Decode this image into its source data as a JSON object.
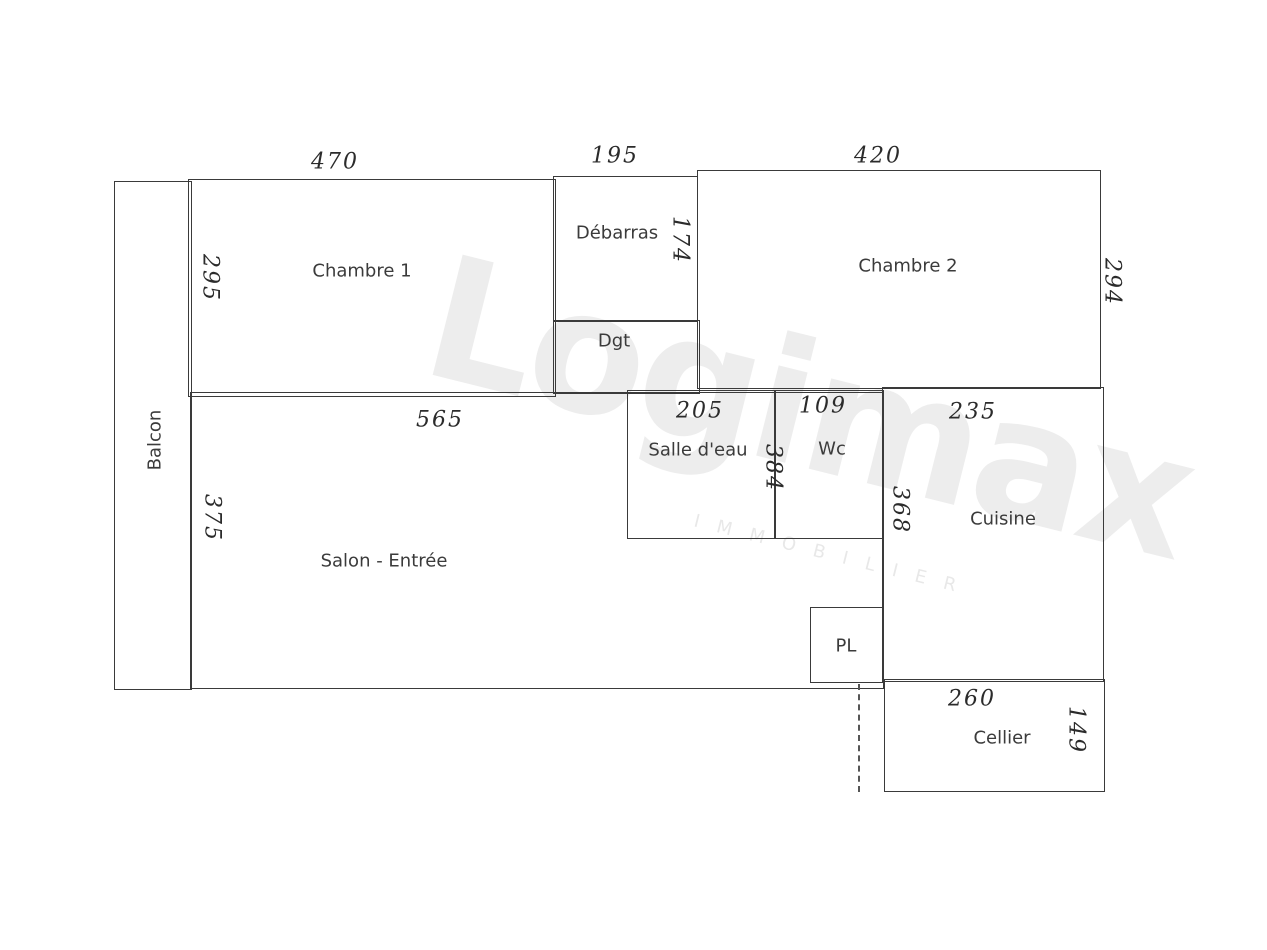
{
  "plan": {
    "watermark": "Logimax",
    "watermark_sub": "IMMOBILIER",
    "rooms": {
      "balcon": "Balcon",
      "chambre1": "Chambre 1",
      "debarras": "Débarras",
      "dgt": "Dgt",
      "chambre2": "Chambre 2",
      "salon": "Salon - Entrée",
      "salle_eau": "Salle d'eau",
      "wc": "Wc",
      "cuisine": "Cuisine",
      "pl": "PL",
      "cellier": "Cellier"
    },
    "dimensions": {
      "chambre1_width": "470",
      "chambre1_height": "295",
      "debarras_width": "195",
      "debarras_height": "174",
      "chambre2_width": "420",
      "chambre2_height": "294",
      "salon_width": "565",
      "salon_height": "375",
      "salle_eau_width": "205",
      "salle_eau_height": "384",
      "wc_width": "109",
      "cuisine_width": "235",
      "cuisine_height": "368",
      "cellier_width": "260",
      "cellier_height": "149"
    }
  }
}
